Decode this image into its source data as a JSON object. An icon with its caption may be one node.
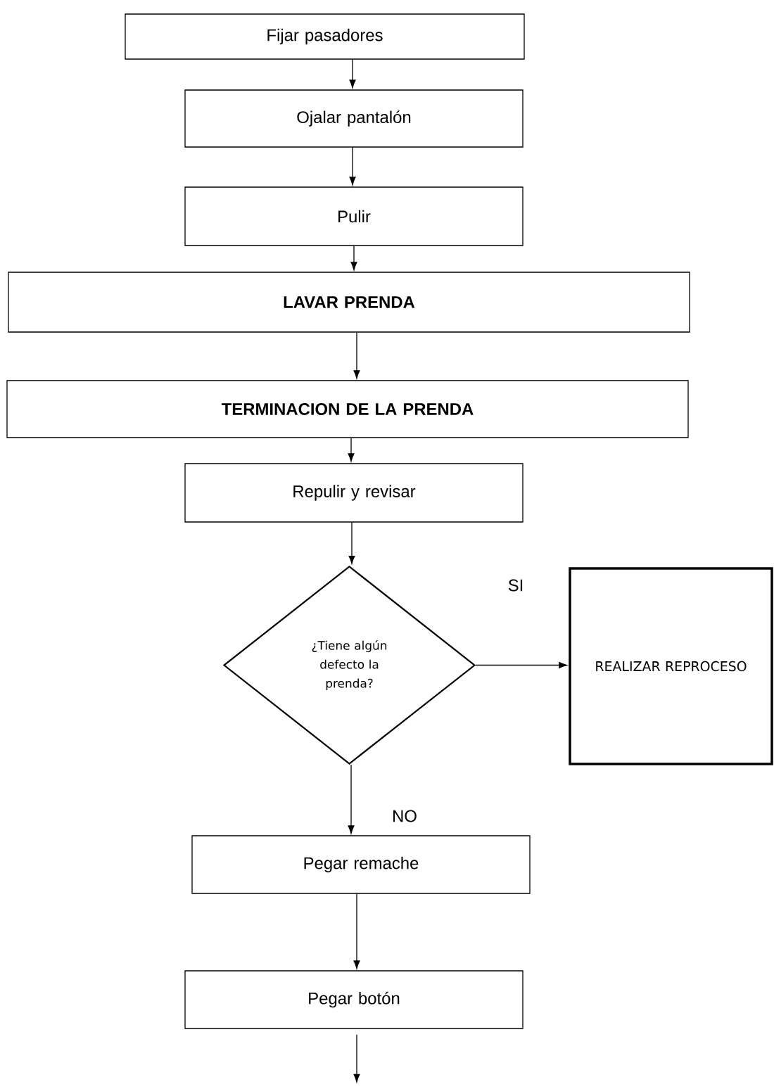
{
  "diagram": {
    "nodes": [
      {
        "text": [
          "Fijar pasadores"
        ]
      },
      {
        "text": [
          "Ojalar pantalón"
        ]
      },
      {
        "text": [
          "Pulir"
        ]
      },
      {
        "text": [
          "LAVAR PRENDA"
        ]
      },
      {
        "text": [
          "TERMINACION DE LA PRENDA"
        ]
      },
      {
        "text": [
          "Repulir y revisar"
        ]
      },
      {
        "text": [
          "¿Tiene algún defecto la prenda?"
        ]
      },
      {
        "text": [
          "REALIZAR REPROCESO"
        ]
      },
      {
        "text": [
          "Pegar remache"
        ]
      },
      {
        "text": [
          "Pegar botón"
        ]
      }
    ],
    "edges": [
      {
        "from": 0,
        "to": 1,
        "arrow": "to"
      },
      {
        "from": 1,
        "to": 2,
        "arrow": "to"
      },
      {
        "from": 2,
        "to": 3,
        "arrow": "to"
      },
      {
        "from": 3,
        "to": 4,
        "arrow": "to"
      },
      {
        "from": 4,
        "to": 5,
        "arrow": "to"
      },
      {
        "from": 5,
        "to": 6,
        "arrow": "to"
      },
      {
        "from": 6,
        "to": 7,
        "arrow": "to",
        "label": "SI"
      },
      {
        "from": 6,
        "to": 8,
        "arrow": "to",
        "label": "NO"
      },
      {
        "from": 8,
        "to": 9,
        "arrow": "to"
      },
      {
        "from": 9,
        "to": null,
        "arrow": "to"
      }
    ]
  }
}
